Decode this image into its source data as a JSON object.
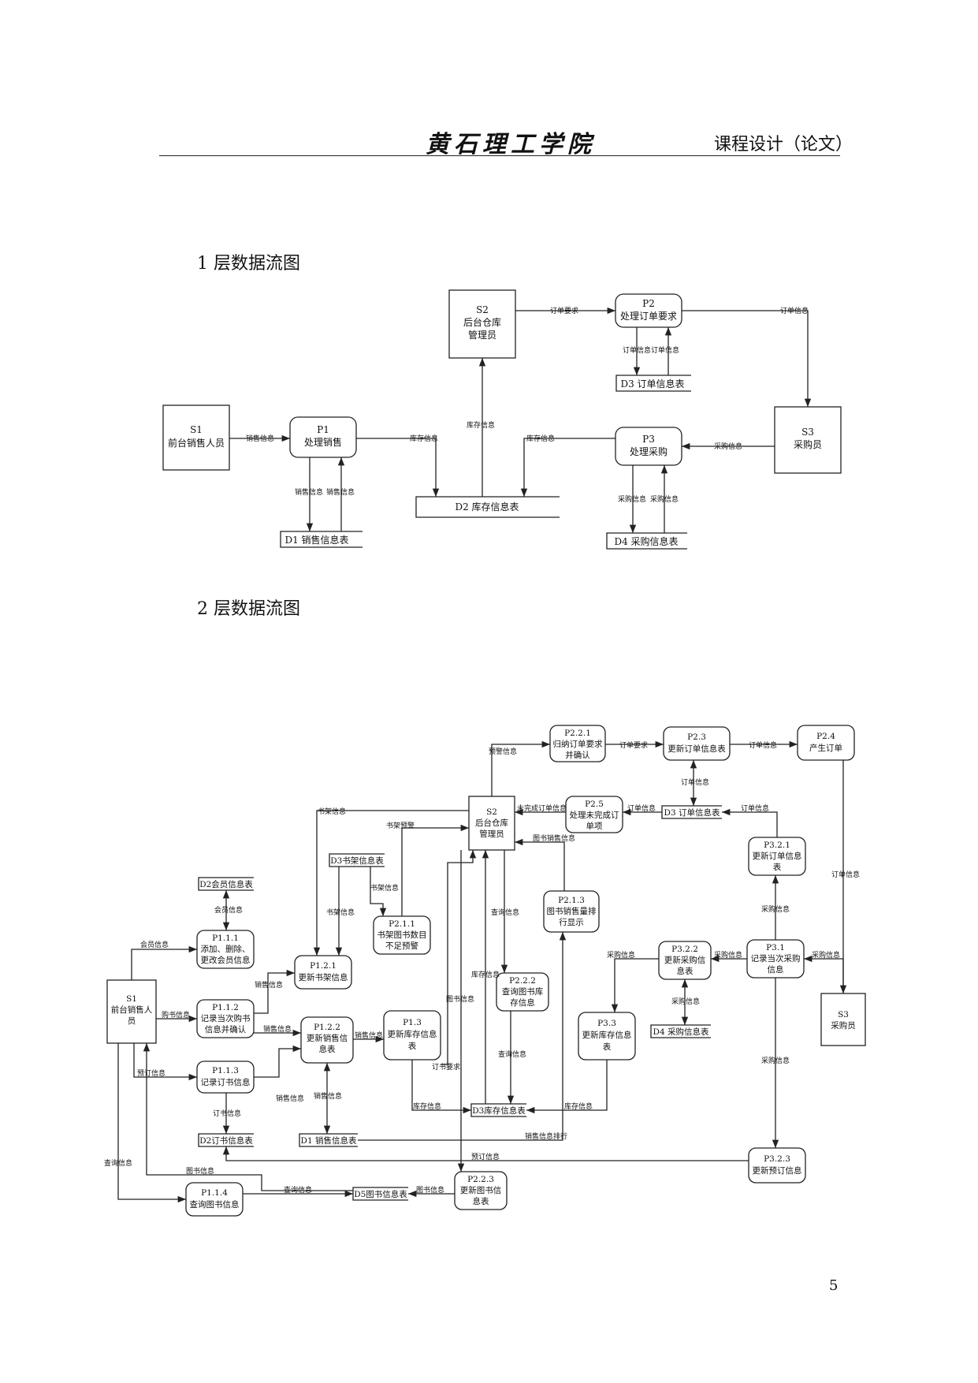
{
  "header": {
    "school_name": "黄石理工学院",
    "doc_type": "课程设计（论文）"
  },
  "section1": {
    "title": "1 层数据流图",
    "nodes": {
      "s1": [
        "S1",
        "前台销售人员"
      ],
      "s2": [
        "S2",
        "后台仓库",
        "管理员"
      ],
      "s3": [
        "S3",
        "采购员"
      ],
      "p1": [
        "P1",
        "处理销售"
      ],
      "p2": [
        "P2",
        "处理订单要求"
      ],
      "p3": [
        "P3",
        "处理采购"
      ],
      "d1": "D1 销售信息表",
      "d2": "D2 库存信息表",
      "d3": "D3 订单信息表",
      "d4": "D4 采购信息表"
    },
    "flows": {
      "s1_p1": "销售信息",
      "p1_d2": "库存信息",
      "p1_d1": "销售信息",
      "d1_p1": "销售信息",
      "d2_s2": "库存信息",
      "s2_p2": "订单要求",
      "p2_s3": "订单信息",
      "p2_d3": "订单信息",
      "d3_p2": "订单信息",
      "s3_p3": "采购信息",
      "p3_d2": "库存信息",
      "p3_d4": "采购信息",
      "d4_p3": "采购信息"
    }
  },
  "section2": {
    "title": "2 层数据流图",
    "nodes": {
      "s1": [
        "S1",
        "前台销售人",
        "员"
      ],
      "s2": [
        "S2",
        "后台仓库",
        "管理员"
      ],
      "s3": [
        "S3",
        "采购员"
      ],
      "p111": [
        "P1.1.1",
        "添加、删除、",
        "更改会员信息"
      ],
      "p112": [
        "P1.1.2",
        "记录当次购书",
        "信息并确认"
      ],
      "p113": [
        "P1.1.3",
        "记录订书信息"
      ],
      "p114": [
        "P1.1.4",
        "查询图书信息"
      ],
      "p121": [
        "P1.2.1",
        "更新书架信息"
      ],
      "p122": [
        "P1.2.2",
        "更新销售信",
        "息表"
      ],
      "p13": [
        "P1.3",
        "更新库存信息",
        "表"
      ],
      "p211": [
        "P2.1.1",
        "书架图书数目",
        "不足预警"
      ],
      "p213": [
        "P2.1.3",
        "图书销售量排",
        "行显示"
      ],
      "p221": [
        "P2.2.1",
        "归纳订单要求",
        "并确认"
      ],
      "p222": [
        "P2.2.2",
        "查询图书库",
        "存信息"
      ],
      "p223": [
        "P2.2.3",
        "更新图书信",
        "息表"
      ],
      "p23": [
        "P2.3",
        "更新订单信息表"
      ],
      "p24": [
        "P2.4",
        "产生订单"
      ],
      "p25": [
        "P2.5",
        "处理未完成订",
        "单项"
      ],
      "p31": [
        "P3.1",
        "记录当次采购",
        "信息"
      ],
      "p321": [
        "P3.2.1",
        "更新订单信息",
        "表"
      ],
      "p322": [
        "P3.2.2",
        "更新采购信",
        "息表"
      ],
      "p323": [
        "P3.2.3",
        "更新预订信息"
      ],
      "p33": [
        "P3.3",
        "更新库存信息",
        "表"
      ],
      "d1": "D1 销售信息表",
      "d2_member": "D2会员信息表",
      "d2_order": "D2订书信息表",
      "d3_shelf": "D3书架信息表",
      "d3_stock": "D3库存信息表",
      "d3_order": "D3 订单信息表",
      "d4": "D4 采购信息表",
      "d5": "D5图书信息表"
    },
    "flows": {
      "member_info": "会员信息",
      "member_info2": "会员信息",
      "buy_info": "购书信息",
      "order_info_s1": "预订信息",
      "query_info_s1": "查询信息",
      "sales_info_a": "销售信息",
      "sales_info_b": "销售信息",
      "sales_info_c": "销售信息",
      "sales_info_d": "销售信息",
      "sales_info_e": "销售信息",
      "order_book_info": "订书信息",
      "book_info_a": "图书信息",
      "book_info_b": "图书信息",
      "book_info_c": "图书信息",
      "query_info_a": "查询信息",
      "query_info_b": "查询信息",
      "query_info_c": "查询信息",
      "shelf_info_a": "书架信息",
      "shelf_info_b": "书架信息",
      "shelf_info_c": "书架信息",
      "shelf_warn": "书架预警",
      "stock_info_a": "库存信息",
      "stock_info_b": "库存信息",
      "stock_info_c": "库存信息",
      "order_req_a": "订书要求",
      "order_req_b": "订单要求",
      "warn_info": "预警信息",
      "order_info_a": "订单信息",
      "order_info_b": "订单信息",
      "order_info_c": "订单信息",
      "order_info_d": "订单信息",
      "order_info_e": "订单信息",
      "unfinished_order": "未完成订单信息",
      "book_sales": "图书销售信息",
      "purchase_info_a": "采购信息",
      "purchase_info_b": "采购信息",
      "purchase_info_c": "采购信息",
      "purchase_info_d": "采购信息",
      "purchase_info_e": "采购信息",
      "purchase_info_f": "采购信息",
      "sales_rank": "销售信息排行",
      "preorder_info": "预订信息"
    }
  },
  "page_number": "5"
}
